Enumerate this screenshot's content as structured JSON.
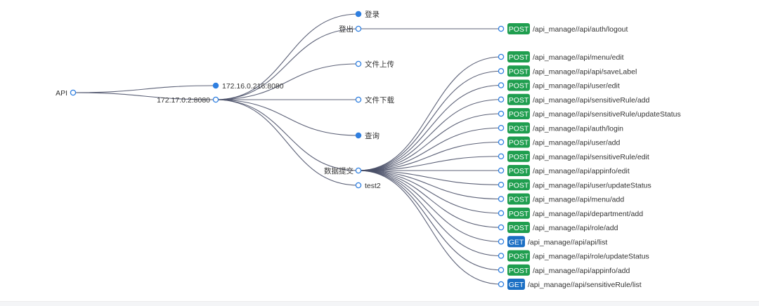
{
  "colors": {
    "edge": "#4a5068",
    "node_fill_expanded": "#2f7fe0",
    "node_stroke": "#2f7fe0",
    "node_fill_collapsed": "#ffffff",
    "label": "#333333",
    "post_badge": "#1f9e4f",
    "get_badge": "#1b6fc4",
    "badge_text": "#ffffff"
  },
  "tree": {
    "root": {
      "label": "API",
      "expanded": false
    },
    "hosts": [
      {
        "label": "172.16.0.216:8080",
        "expanded": true
      },
      {
        "label": "172.17.0.2:8080",
        "expanded": false
      }
    ],
    "groups": [
      {
        "label": "登录",
        "expanded": true
      },
      {
        "label": "登出",
        "expanded": false
      },
      {
        "label": "文件上传",
        "expanded": false
      },
      {
        "label": "文件下载",
        "expanded": false
      },
      {
        "label": "查询",
        "expanded": true
      },
      {
        "label": "数据提交",
        "expanded": false
      },
      {
        "label": "test2",
        "expanded": false
      }
    ],
    "endpoints": [
      {
        "method": "POST",
        "path": "/api_manage//api/auth/logout",
        "group": 1
      },
      {
        "method": "POST",
        "path": "/api_manage//api/menu/edit",
        "group": 5
      },
      {
        "method": "POST",
        "path": "/api_manage//api/api/saveLabel",
        "group": 5
      },
      {
        "method": "POST",
        "path": "/api_manage//api/user/edit",
        "group": 5
      },
      {
        "method": "POST",
        "path": "/api_manage//api/sensitiveRule/add",
        "group": 5
      },
      {
        "method": "POST",
        "path": "/api_manage//api/sensitiveRule/updateStatus",
        "group": 5
      },
      {
        "method": "POST",
        "path": "/api_manage//api/auth/login",
        "group": 5
      },
      {
        "method": "POST",
        "path": "/api_manage//api/user/add",
        "group": 5
      },
      {
        "method": "POST",
        "path": "/api_manage//api/sensitiveRule/edit",
        "group": 5
      },
      {
        "method": "POST",
        "path": "/api_manage//api/appinfo/edit",
        "group": 5
      },
      {
        "method": "POST",
        "path": "/api_manage//api/user/updateStatus",
        "group": 5
      },
      {
        "method": "POST",
        "path": "/api_manage//api/menu/add",
        "group": 5
      },
      {
        "method": "POST",
        "path": "/api_manage//api/department/add",
        "group": 5
      },
      {
        "method": "POST",
        "path": "/api_manage//api/role/add",
        "group": 5
      },
      {
        "method": "GET",
        "path": "/api_manage//api/api/list",
        "group": 5
      },
      {
        "method": "POST",
        "path": "/api_manage//api/role/updateStatus",
        "group": 5
      },
      {
        "method": "POST",
        "path": "/api_manage//api/appinfo/add",
        "group": 5
      },
      {
        "method": "GET",
        "path": "/api_manage//api/sensitiveRule/list",
        "group": 5
      }
    ]
  }
}
